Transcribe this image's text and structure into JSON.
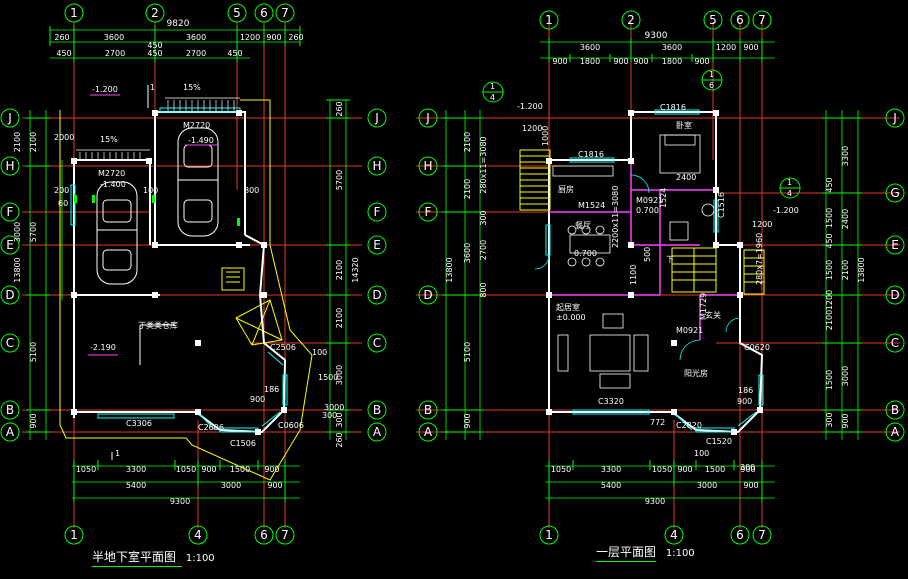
{
  "colors": {
    "background": "#000000",
    "grid_line": "#e23a2a",
    "wall": "#ffffff",
    "wall_partition": "#ff40ff",
    "dimension": "#00ff00",
    "dimension_text": "#ffffff",
    "window": "#00ffff",
    "stair": "#ffff00",
    "title": "#ffffff"
  },
  "left_plan": {
    "title": "半地下室平面图",
    "scale": "1:100",
    "top_axes": [
      "1",
      "2",
      "5",
      "6",
      "7"
    ],
    "bottom_axes": [
      "1",
      "4",
      "6",
      "7"
    ],
    "row_axes": [
      "J",
      "H",
      "F",
      "E",
      "D",
      "C",
      "B",
      "A"
    ],
    "top_dims": {
      "total": "9820",
      "row1": [
        "260",
        "3600",
        "3600",
        "1200",
        "900",
        "260"
      ],
      "row2": [
        "450",
        "2700",
        "450",
        "2700",
        "450"
      ],
      "small": "450"
    },
    "bottom_dims": {
      "row1": [
        "1050",
        "3300",
        "1050",
        "900",
        "1500",
        "900"
      ],
      "row2": [
        "5400",
        "3000",
        "900"
      ],
      "total": "9300"
    },
    "left_dims": {
      "col1": [
        "2100",
        "5700",
        "5100",
        "900"
      ],
      "col2": [
        "2100",
        "3000",
        "13800"
      ]
    },
    "right_dims": {
      "col1": [
        "260",
        "5700",
        "2100",
        "2100",
        "3000",
        "300",
        "260"
      ],
      "col2": [
        "14320"
      ]
    },
    "labels": [
      {
        "key": "level_top",
        "text": "-1.200"
      },
      {
        "key": "m2720_a",
        "text": "M2720"
      },
      {
        "key": "m2720_b",
        "text": "M2720"
      },
      {
        "key": "lvl_1490",
        "text": "-1.490"
      },
      {
        "key": "lvl_1400",
        "text": "-1.400"
      },
      {
        "key": "storage",
        "text": "丁类类仓库"
      },
      {
        "key": "lvl_2190",
        "text": "-2.190"
      },
      {
        "key": "c3306",
        "text": "C3306"
      },
      {
        "key": "c1506",
        "text": "C1506"
      },
      {
        "key": "c2506",
        "text": "C2506"
      },
      {
        "key": "c2606",
        "text": "C2606"
      },
      {
        "key": "c0606",
        "text": "C0606"
      },
      {
        "key": "slope_a",
        "text": "15%"
      },
      {
        "key": "slope_b",
        "text": "15%"
      },
      {
        "key": "d200",
        "text": "200"
      },
      {
        "key": "d100",
        "text": "100"
      },
      {
        "key": "d800",
        "text": "800"
      },
      {
        "key": "d186",
        "text": "186"
      },
      {
        "key": "d900",
        "text": "900"
      },
      {
        "key": "d60",
        "text": "60"
      },
      {
        "key": "d2000",
        "text": "2000"
      },
      {
        "key": "d1500",
        "text": "1500"
      },
      {
        "key": "d3000",
        "text": "3000"
      },
      {
        "key": "d300",
        "text": "300"
      },
      {
        "key": "d100b",
        "text": "100"
      },
      {
        "key": "mark_1",
        "text": "1"
      },
      {
        "key": "mark_1b",
        "text": "1"
      }
    ]
  },
  "right_plan": {
    "title": "一层平面图",
    "scale": "1:100",
    "top_axes": [
      "1",
      "2",
      "5",
      "6",
      "7"
    ],
    "bottom_axes": [
      "1",
      "4",
      "6",
      "7"
    ],
    "row_axes": [
      "J",
      "H",
      "F",
      "D",
      "B",
      "A"
    ],
    "right_axes": [
      "J",
      "G",
      "E",
      "D",
      "C",
      "B",
      "A"
    ],
    "top_dims": {
      "total": "9300",
      "row1": [
        "3600",
        "3600",
        "1200",
        "900"
      ],
      "row2": [
        "900",
        "1800",
        "900",
        "900",
        "1800",
        "900"
      ]
    },
    "bottom_dims": {
      "row1": [
        "1050",
        "3300",
        "1050",
        "900",
        "1500",
        "900"
      ],
      "row2": [
        "5400",
        "3000",
        "900"
      ],
      "total": "9300"
    },
    "left_dims": {
      "col1": [
        "2100",
        "2100",
        "3600",
        "5100",
        "900"
      ],
      "col2": [
        "280x11=3080",
        "300",
        "2700",
        "800"
      ],
      "col3": [
        "13800"
      ]
    },
    "right_dims": {
      "col1": [
        "450",
        "1500",
        "450",
        "1500",
        "1200",
        "2100",
        "1500",
        "300"
      ],
      "col2": [
        "3300",
        "2400",
        "2100",
        "3000",
        "900"
      ],
      "col3": [
        "13800"
      ]
    },
    "labels": [
      {
        "key": "sec_a",
        "text": "1"
      },
      {
        "key": "sec_a_den",
        "text": "4"
      },
      {
        "key": "sec_b",
        "text": "1"
      },
      {
        "key": "sec_b_den",
        "text": "6"
      },
      {
        "key": "sec_c",
        "text": "1"
      },
      {
        "key": "sec_c_den",
        "text": "4"
      },
      {
        "key": "lvl_1200",
        "text": "-1.200"
      },
      {
        "key": "lvl_1200b",
        "text": "-1.200"
      },
      {
        "key": "d1200",
        "text": "1200"
      },
      {
        "key": "d1200b",
        "text": "1200"
      },
      {
        "key": "c1816_a",
        "text": "C1816"
      },
      {
        "key": "c1816_b",
        "text": "C1816"
      },
      {
        "key": "bedroom",
        "text": "卧室"
      },
      {
        "key": "kitchen",
        "text": "厨房"
      },
      {
        "key": "m1524",
        "text": "M1524"
      },
      {
        "key": "m0921_a",
        "text": "M0921"
      },
      {
        "key": "m0921_b",
        "text": "M0921"
      },
      {
        "key": "lvl_0700",
        "text": "0.700"
      },
      {
        "key": "lvl_0700b",
        "text": "0.700"
      },
      {
        "key": "dining",
        "text": "餐厅"
      },
      {
        "key": "living",
        "text": "起居室"
      },
      {
        "key": "lvl_0000",
        "text": "±0.000"
      },
      {
        "key": "entrance",
        "text": "玄关"
      },
      {
        "key": "sunroom",
        "text": "阳光房"
      },
      {
        "key": "c3320",
        "text": "C3320"
      },
      {
        "key": "c1520",
        "text": "C1520"
      },
      {
        "key": "c2820",
        "text": "C2820"
      },
      {
        "key": "c1516",
        "text": "C1516"
      },
      {
        "key": "c0620",
        "text": "C0620"
      },
      {
        "key": "m1729",
        "text": "M1729"
      },
      {
        "key": "d2400",
        "text": "2400"
      },
      {
        "key": "d1524",
        "text": "1524"
      },
      {
        "key": "d2200",
        "text": "2200x11=3080"
      },
      {
        "key": "d1660",
        "text": "280x7=1960"
      },
      {
        "key": "d1000",
        "text": "1000"
      },
      {
        "key": "d1100",
        "text": "1100"
      },
      {
        "key": "d0500",
        "text": "500"
      },
      {
        "key": "d186",
        "text": "186"
      },
      {
        "key": "d900",
        "text": "900"
      },
      {
        "key": "d300",
        "text": "300"
      },
      {
        "key": "d100",
        "text": "100"
      },
      {
        "key": "d772",
        "text": "772"
      },
      {
        "key": "down",
        "text": "下"
      }
    ]
  }
}
